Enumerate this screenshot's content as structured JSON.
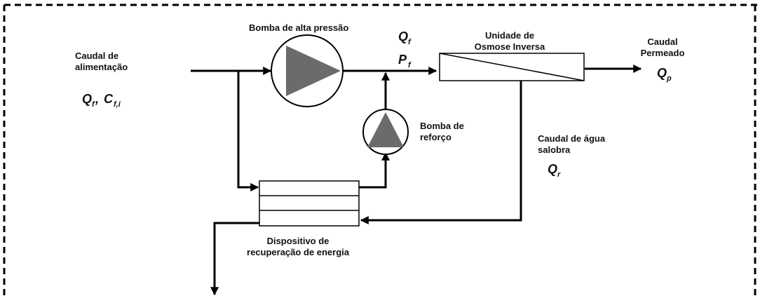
{
  "labels": {
    "high_pressure_pump": "Bomba de alta pressão",
    "feed_flow_line1": "Caudal de",
    "feed_flow_line2": "alimentação",
    "feed_sym_q": "Q",
    "feed_sym_q_sub": "f",
    "feed_sym_sep": ",",
    "feed_sym_c": "C",
    "feed_sym_c_sub": "f,i",
    "pump_out_q": "Q",
    "pump_out_q_sub": "f",
    "pump_out_p": "P",
    "pump_out_p_sub": "f",
    "ro_unit_line1": "Unidade de",
    "ro_unit_line2": "Osmose Inversa",
    "permeate_line1": "Caudal",
    "permeate_line2": "Permeado",
    "permeate_sym": "Q",
    "permeate_sym_sub": "p",
    "booster_pump_line1": "Bomba de",
    "booster_pump_line2": "reforço",
    "brine_line1": "Caudal de água",
    "brine_line2": "salobra",
    "brine_sym": "Q",
    "brine_sym_sub": "r",
    "erd_line1": "Dispositivo de",
    "erd_line2": "recuperação de energia"
  },
  "colors": {
    "pump_triangle": "#6b6b6b",
    "line": "#000000",
    "frame": "#000000"
  }
}
